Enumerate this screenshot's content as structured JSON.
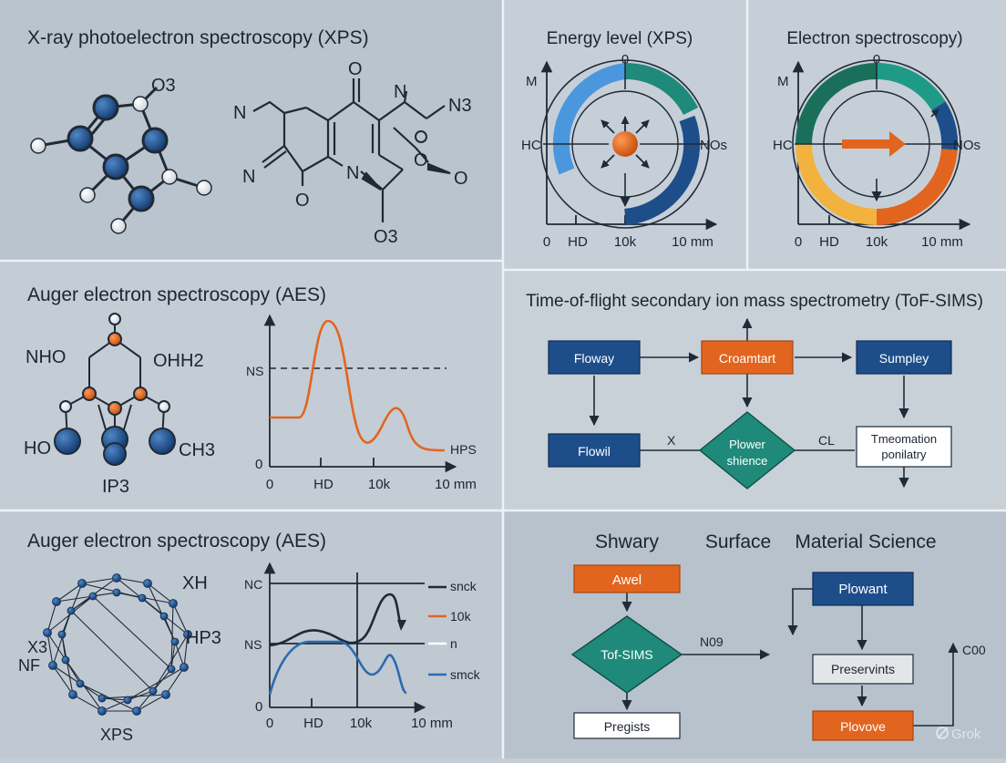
{
  "colors": {
    "navy": "#1d4e8a",
    "orange": "#e2651f",
    "teal": "#1f8a7a",
    "light_blue": "#4b97dd",
    "yellow": "#f2b23d",
    "panel_bg": "#bec8d1",
    "line": "#1f2a36"
  },
  "xps": {
    "title": "X-ray photoelectron spectroscopy (XPS)",
    "mol_a": {
      "o3": "O3"
    },
    "mol_b": {
      "n_left": "N",
      "n_top": "N",
      "n_bottom": "N",
      "o_top": "O",
      "o_bottom": "O",
      "n_right": "N",
      "n3": "N3",
      "o_ring": "O",
      "o_right": "O",
      "o3": "O3"
    }
  },
  "energy": {
    "title": "Energy level (XPS)",
    "top": "0",
    "y_label": "M",
    "left_label": "HC",
    "right_label": "NOs",
    "ticks": [
      "0",
      "HD",
      "10k",
      "10 mm"
    ]
  },
  "electron": {
    "title": "Electron spectroscopy)",
    "top": "0",
    "y_label": "M",
    "left_label": "HC",
    "right_label": "NOs",
    "ticks": [
      "0",
      "HD",
      "10k",
      "10 mm"
    ]
  },
  "aes1": {
    "title": "Auger electron spectroscopy (AES)",
    "mol": {
      "nho": "NHO",
      "ohh2": "OHH2",
      "ho": "HO",
      "ch3": "CH3",
      "ip3": "IP3"
    },
    "chart_data": {
      "type": "line",
      "ylabel": "NS",
      "series_label": "HPS",
      "y_zero": "0",
      "ticks": [
        "0",
        "HD",
        "10k",
        "10 mm"
      ]
    }
  },
  "tof": {
    "title": "Time-of-flight secondary ion mass spectrometry (ToF-SIMS)",
    "box1": "Floway",
    "box2": "Croamtart",
    "box3": "Sumpley",
    "box4": "Flowil",
    "diamond": [
      "Plower",
      "shience"
    ],
    "box6": [
      "Tmeomation",
      "ponilatry"
    ],
    "label_x": "X",
    "label_cl": "CL"
  },
  "aes2": {
    "title": "Auger electron spectroscopy (AES)",
    "mol": {
      "xh": "XH",
      "x3": "X3",
      "nf": "NF",
      "hp3": "HP3",
      "xps": "XPS"
    },
    "chart_data": {
      "type": "line",
      "y_labels": [
        "NC",
        "NS",
        "0"
      ],
      "ticks": [
        "0",
        "HD",
        "10k",
        "10 mm"
      ],
      "legend": [
        "snck",
        "10k",
        "n",
        "smck"
      ]
    }
  },
  "flow": {
    "header_1": "Shwary",
    "header_2": "Surface",
    "header_3": "Material Science",
    "box_awel": "Awel",
    "diamond": "Tof-SIMS",
    "box_pregists": "Pregists",
    "n09": "N09",
    "box_plowant": "Plowant",
    "box_preservints": "Preservints",
    "box_plovove": "Plovove",
    "c00": "C00"
  },
  "watermark": "Grok"
}
